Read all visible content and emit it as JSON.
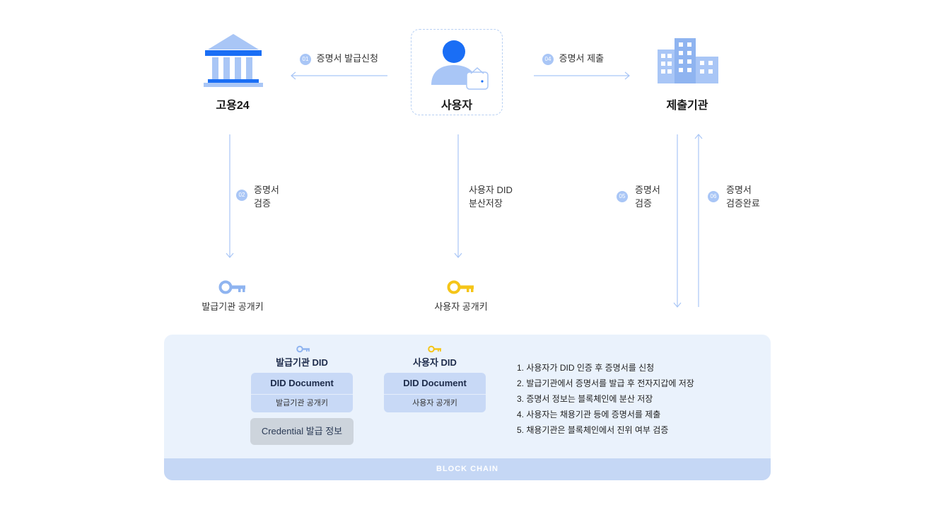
{
  "nodes": {
    "gov": {
      "label": "고용24"
    },
    "user": {
      "label": "사용자"
    },
    "org": {
      "label": "제출기관"
    }
  },
  "steps": {
    "s01": {
      "num": "01",
      "label": "증명서 발급신청"
    },
    "s04": {
      "num": "04",
      "label": "증명서 제출"
    },
    "s02": {
      "num": "02",
      "line1": "증명서",
      "line2": "검증"
    },
    "mid": {
      "line1": "사용자 DID",
      "line2": "분산저장"
    },
    "s05": {
      "num": "05",
      "line1": "증명서",
      "line2": "검증"
    },
    "s06": {
      "num": "06",
      "line1": "증명서",
      "line2": "검증완료"
    }
  },
  "keys": {
    "issuer": {
      "label": "발급기관 공개키",
      "color": "#8fb4f0"
    },
    "user": {
      "label": "사용자 공개키",
      "color": "#f5c518"
    }
  },
  "blockchain": {
    "issuer_did": {
      "title": "발급기관 DID",
      "doc_title": "DID Document",
      "doc_sub": "발급기관 공개키",
      "credential": "Credential 발급 정보"
    },
    "user_did": {
      "title": "사용자 DID",
      "doc_title": "DID Document",
      "doc_sub": "사용자 공개키"
    },
    "descriptions": [
      "1. 사용자가 DID 인증 후 증명서를 신청",
      "2. 발급기관에서 증명서를 발급 후 전자지갑에 저장",
      "3. 증명서 정보는 블록체인에 분산 저장",
      "4. 사용자는 채용기관 등에 증명서를 제출",
      "5. 채용기관은 블록체인에서 진위 여부 검증"
    ],
    "bar_label": "BLOCK CHAIN"
  },
  "colors": {
    "accent": "#1a6ef5",
    "light_blue": "#8fb4f0",
    "panel": "#eaf2fc",
    "bar": "#c5d7f5"
  }
}
